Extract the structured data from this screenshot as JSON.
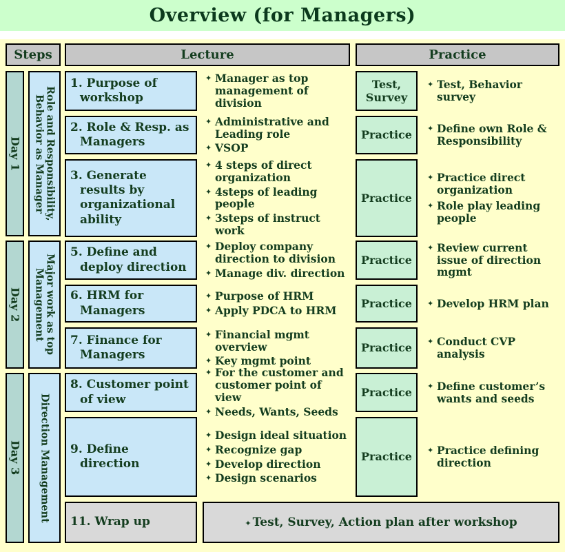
{
  "ui": {
    "bullet_char": "✦"
  },
  "colors": {
    "background": "#ffffcb",
    "title_band": "#ccffcc",
    "header_gray": "#c6c6c6",
    "wrapup_gray": "#d9d9d9",
    "day_bar_teal": "#b3d7d1",
    "lecture_blue": "#c9e7f8",
    "practice_green": "#c9f0d5",
    "text_green": "#143d1f"
  },
  "title": "Overview (for Managers)",
  "headers": {
    "steps": "Steps",
    "lecture": "Lecture",
    "practice": "Practice"
  },
  "days": [
    {
      "label": "Day 1",
      "category_lines": [
        "Role and Responsibility,",
        "Behavior as Manager"
      ],
      "rows": [
        {
          "lecture": "1. Purpose of workshop",
          "lecture_bullets": [
            "Manager as top management of division"
          ],
          "practice_label": "Test, Survey",
          "practice_bullets": [
            "Test, Behavior survey"
          ]
        },
        {
          "lecture": "2. Role & Resp. as Managers",
          "lecture_bullets": [
            "Administrative and Leading role",
            "VSOP"
          ],
          "practice_label": "Practice",
          "practice_bullets": [
            "Define own Role & Responsibility"
          ]
        },
        {
          "lecture": "3. Generate results by organizational ability",
          "lecture_bullets": [
            "4 steps of direct organization",
            "4steps of leading people",
            "3steps of instruct work"
          ],
          "practice_label": "Practice",
          "practice_bullets": [
            "Practice direct organization",
            "Role play leading people"
          ]
        }
      ]
    },
    {
      "label": "Day 2",
      "category_lines": [
        "Major work as top",
        "Management"
      ],
      "rows": [
        {
          "lecture": "5. Define and deploy direction",
          "lecture_bullets": [
            "Deploy company direction to division",
            "Manage div. direction"
          ],
          "practice_label": "Practice",
          "practice_bullets": [
            "Review current issue of direction mgmt"
          ]
        },
        {
          "lecture": "6. HRM for Managers",
          "lecture_bullets": [
            "Purpose of HRM",
            "Apply PDCA to HRM"
          ],
          "practice_label": "Practice",
          "practice_bullets": [
            "Develop HRM plan"
          ]
        },
        {
          "lecture": "7. Finance for Managers",
          "lecture_bullets": [
            "Financial mgmt overview",
            "Key mgmt point"
          ],
          "practice_label": "Practice",
          "practice_bullets": [
            "Conduct CVP analysis"
          ]
        }
      ]
    },
    {
      "label": "Day 3",
      "category_lines": [
        "Direction Management"
      ],
      "rows": [
        {
          "lecture": "8. Customer point of view",
          "lecture_bullets": [
            "For the customer and customer point of view",
            "Needs, Wants, Seeds"
          ],
          "practice_label": "Practice",
          "practice_bullets": [
            "Define customer’s wants and seeds"
          ]
        },
        {
          "lecture": "9. Define direction",
          "lecture_bullets": [
            "Design ideal situation",
            "Recognize gap",
            "Develop direction",
            "Design scenarios"
          ],
          "practice_label": "Practice",
          "practice_bullets": [
            "Practice defining direction"
          ]
        }
      ],
      "footer": {
        "lecture": "11. Wrap up",
        "practice_text": "Test, Survey, Action plan after workshop"
      }
    }
  ]
}
